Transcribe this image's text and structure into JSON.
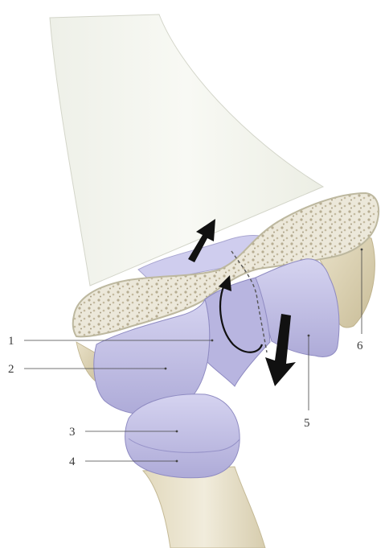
{
  "figure": {
    "labels": [
      {
        "id": "1",
        "text": "1"
      },
      {
        "id": "2",
        "text": "2"
      },
      {
        "id": "3",
        "text": "3"
      },
      {
        "id": "4",
        "text": "4"
      },
      {
        "id": "5",
        "text": "5"
      },
      {
        "id": "6",
        "text": "6"
      }
    ],
    "colors": {
      "bone_shaft": "#f4f5ee",
      "bone_outline": "#c9cbbf",
      "cancellous_fill": "#eae6d8",
      "cartilage": "#c6c3e6",
      "cartilage_shade": "#a9a5d3",
      "bone_tan": "#d9cfb2",
      "arrow": "#111111"
    },
    "icons": [
      "arrow-up-icon",
      "arrow-down-icon",
      "rotation-arrow-icon"
    ]
  }
}
